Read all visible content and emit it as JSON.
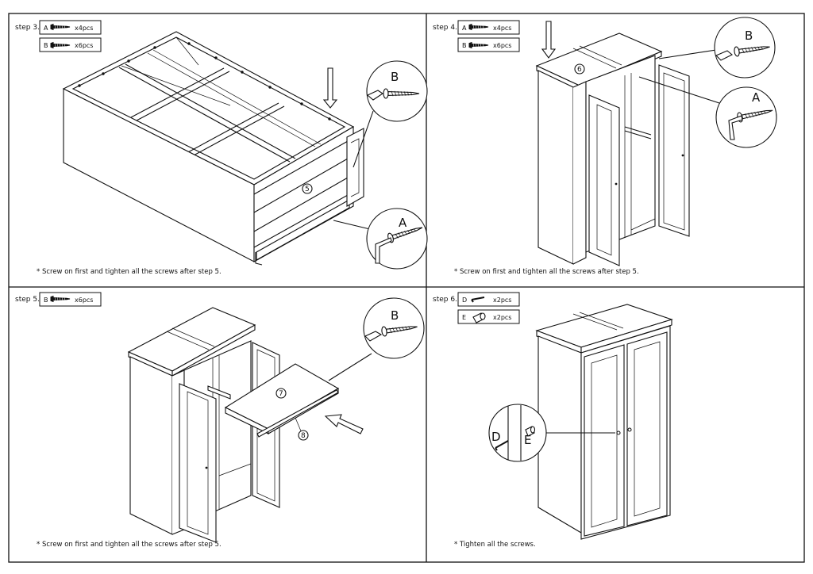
{
  "steps": [
    {
      "label": "step 3.",
      "parts": [
        {
          "letter": "A",
          "qty": "x4pcs"
        },
        {
          "letter": "B",
          "qty": "x6pcs"
        }
      ],
      "callouts": [
        "B",
        "A"
      ],
      "part_number": "5",
      "note": "* Screw on first and tighten all the screws after step 5."
    },
    {
      "label": "step 4.",
      "parts": [
        {
          "letter": "A",
          "qty": "x4pcs"
        },
        {
          "letter": "B",
          "qty": "x6pcs"
        }
      ],
      "callouts": [
        "B",
        "A"
      ],
      "part_number": "6",
      "note": "* Screw on first and tighten all the screws after step 5."
    },
    {
      "label": "step 5.",
      "parts": [
        {
          "letter": "B",
          "qty": "x6pcs"
        }
      ],
      "callouts": [
        "B"
      ],
      "part_numbers": [
        "7",
        "8"
      ],
      "note": "* Screw on first and tighten all the screws after step 5."
    },
    {
      "label": "step 6.",
      "parts": [
        {
          "letter": "D",
          "qty": "x2pcs"
        },
        {
          "letter": "E",
          "qty": "x2pcs"
        }
      ],
      "callouts": [
        "D",
        "E"
      ],
      "note": "* Tighten all the screws."
    }
  ],
  "icons": {
    "screw": "screw-icon",
    "knob": "knob-icon",
    "allen_key": "allen-key-icon",
    "screwdriver": "screwdriver-icon",
    "arrow": "arrow-icon"
  }
}
